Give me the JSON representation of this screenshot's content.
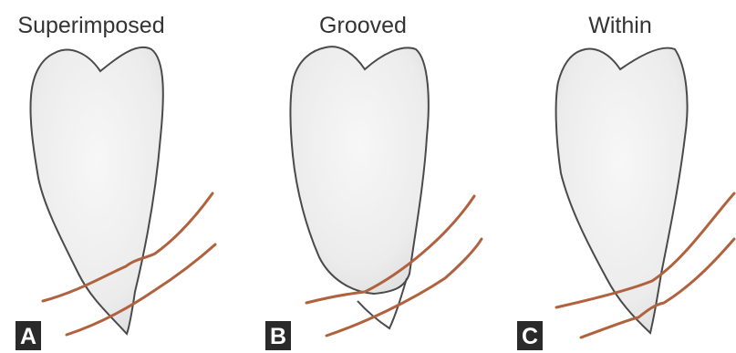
{
  "figure": {
    "canal_color": "#b0623f",
    "badge_color": "#2a2a2a",
    "panels": [
      {
        "title": "Superimposed",
        "letter": "A"
      },
      {
        "title": "Grooved",
        "letter": "B"
      },
      {
        "title": "Within",
        "letter": "C"
      }
    ]
  }
}
